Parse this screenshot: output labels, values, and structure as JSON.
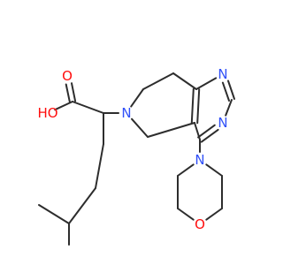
{
  "molecule": {
    "atoms": [
      {
        "id": "a1",
        "symbol": "",
        "color": "#2d2d2d"
      },
      {
        "id": "a2",
        "symbol": "",
        "color": "#2d2d2d"
      },
      {
        "id": "a3",
        "symbol": "",
        "color": "#2d2d2d"
      },
      {
        "id": "a4",
        "symbol": "",
        "color": "#2d2d2d"
      },
      {
        "id": "a5",
        "symbol": "",
        "color": "#2d2d2d"
      },
      {
        "id": "a6",
        "symbol": "",
        "color": "#2d2d2d"
      },
      {
        "id": "O1",
        "symbol": "O",
        "color": "#ff0d0d"
      },
      {
        "id": "O2",
        "symbol": "HO",
        "color": "#ff0d0d"
      },
      {
        "id": "N6",
        "symbol": "N",
        "color": "#3050f8"
      },
      {
        "id": "c1",
        "symbol": "",
        "color": "#2d2d2d"
      },
      {
        "id": "c2",
        "symbol": "",
        "color": "#2d2d2d"
      },
      {
        "id": "c3",
        "symbol": "",
        "color": "#2d2d2d"
      },
      {
        "id": "c4",
        "symbol": "",
        "color": "#2d2d2d"
      },
      {
        "id": "c5",
        "symbol": "",
        "color": "#2d2d2d"
      },
      {
        "id": "c6",
        "symbol": "",
        "color": "#2d2d2d"
      },
      {
        "id": "N1",
        "symbol": "N",
        "color": "#3050f8"
      },
      {
        "id": "c7",
        "symbol": "",
        "color": "#2d2d2d"
      },
      {
        "id": "N3",
        "symbol": "N",
        "color": "#3050f8"
      },
      {
        "id": "c8",
        "symbol": "",
        "color": "#2d2d2d"
      },
      {
        "id": "Nm",
        "symbol": "N",
        "color": "#3050f8"
      },
      {
        "id": "m1",
        "symbol": "",
        "color": "#2d2d2d"
      },
      {
        "id": "m2",
        "symbol": "",
        "color": "#2d2d2d"
      },
      {
        "id": "Om",
        "symbol": "O",
        "color": "#ff0d0d"
      },
      {
        "id": "m3",
        "symbol": "",
        "color": "#2d2d2d"
      },
      {
        "id": "m4",
        "symbol": "",
        "color": "#2d2d2d"
      }
    ],
    "bonds": [
      {
        "from": "a1",
        "to": "a2",
        "order": 1
      },
      {
        "from": "a2",
        "to": "a3",
        "order": 1
      },
      {
        "from": "a2",
        "to": "a4",
        "order": 1
      },
      {
        "from": "a4",
        "to": "a5",
        "order": 1
      },
      {
        "from": "a5",
        "to": "a6",
        "order": 1
      },
      {
        "from": "a6",
        "to": "O1",
        "order": 2
      },
      {
        "from": "a6",
        "to": "O2",
        "order": 1
      },
      {
        "from": "a5",
        "to": "N6",
        "order": 1
      },
      {
        "from": "N6",
        "to": "c1",
        "order": 1
      },
      {
        "from": "c1",
        "to": "c2",
        "order": 1
      },
      {
        "from": "c2",
        "to": "c3",
        "order": 1
      },
      {
        "from": "c3",
        "to": "c4",
        "order": 2
      },
      {
        "from": "c4",
        "to": "c5",
        "order": 1
      },
      {
        "from": "c5",
        "to": "N6",
        "order": 1
      },
      {
        "from": "c3",
        "to": "N1",
        "order": 1
      },
      {
        "from": "N1",
        "to": "c7",
        "order": 2
      },
      {
        "from": "c7",
        "to": "N3",
        "order": 1
      },
      {
        "from": "N3",
        "to": "c8",
        "order": 2
      },
      {
        "from": "c8",
        "to": "c4",
        "order": 1
      },
      {
        "from": "c8",
        "to": "Nm",
        "order": 1
      },
      {
        "from": "Nm",
        "to": "m1",
        "order": 1
      },
      {
        "from": "m1",
        "to": "m2",
        "order": 1
      },
      {
        "from": "m2",
        "to": "Om",
        "order": 1
      },
      {
        "from": "Om",
        "to": "m3",
        "order": 1
      },
      {
        "from": "m3",
        "to": "m4",
        "order": 1
      },
      {
        "from": "m4",
        "to": "Nm",
        "order": 1
      }
    ]
  }
}
